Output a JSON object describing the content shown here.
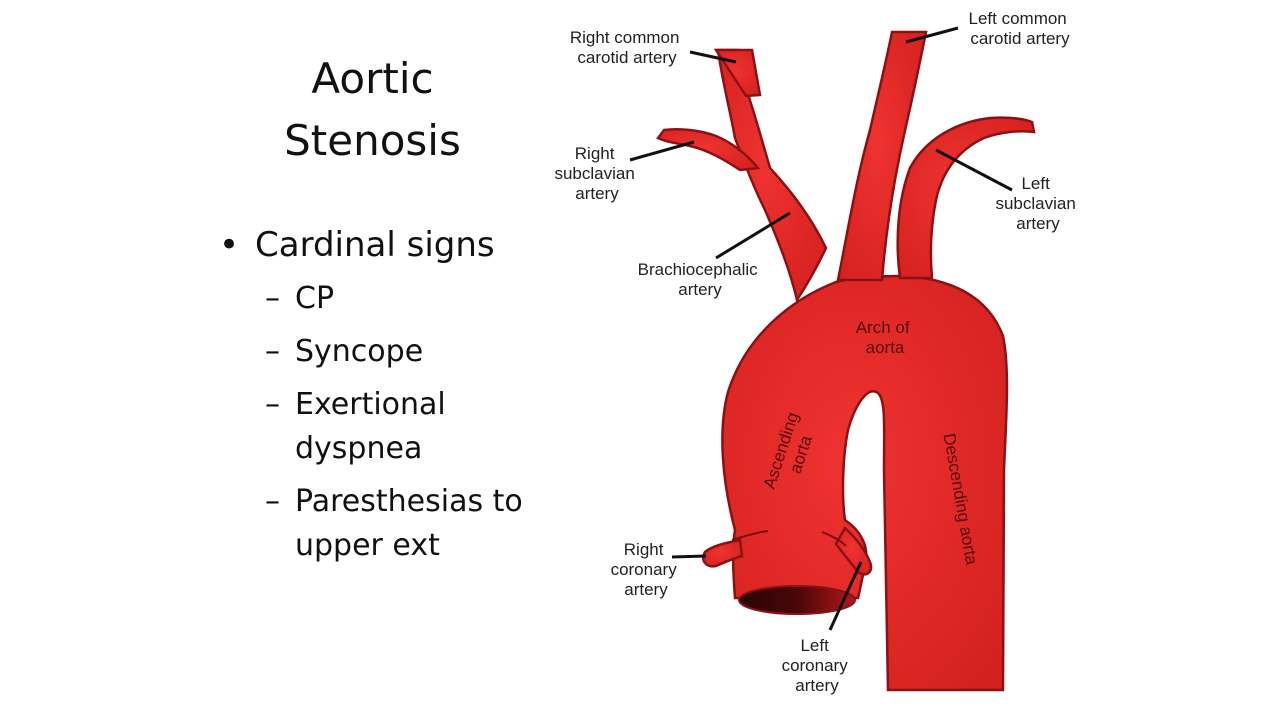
{
  "slide": {
    "title_line1": "Aortic",
    "title_line2": "Stenosis",
    "bullet": {
      "symbol": "•",
      "label": "Cardinal signs",
      "dash": "–",
      "subitems": [
        {
          "lines": [
            "CP"
          ]
        },
        {
          "lines": [
            "Syncope"
          ]
        },
        {
          "lines": [
            "Exertional",
            "dyspnea"
          ]
        },
        {
          "lines": [
            "Paresthesias to",
            "upper ext"
          ]
        }
      ]
    }
  },
  "diagram": {
    "colors": {
      "vessel_fill": "#e02a27",
      "vessel_stroke": "#8c1114",
      "leader_line": "#111111",
      "opening_dark": "#3a0507"
    },
    "labels": {
      "right_common_carotid": [
        "Right common",
        "carotid artery"
      ],
      "left_common_carotid": [
        "Left common",
        "carotid artery"
      ],
      "right_subclavian": [
        "Right",
        "subclavian",
        "artery"
      ],
      "left_subclavian": [
        "Left",
        "subclavian",
        "artery"
      ],
      "brachiocephalic": [
        "Brachiocephalic",
        "artery"
      ],
      "arch_of_aorta": [
        "Arch of",
        "aorta"
      ],
      "ascending_aorta": [
        "Ascending",
        "aorta"
      ],
      "descending_aorta": [
        "Descending aorta"
      ],
      "right_coronary": [
        "Right",
        "coronary",
        "artery"
      ],
      "left_coronary": [
        "Left",
        "coronary",
        "artery"
      ]
    }
  }
}
